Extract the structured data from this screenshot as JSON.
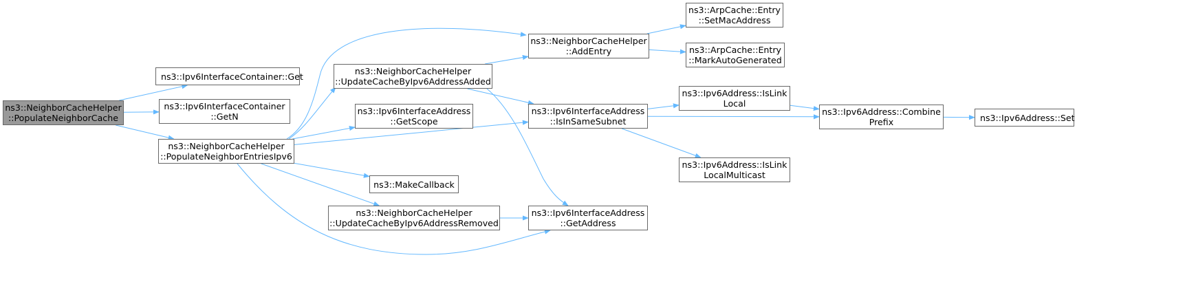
{
  "diagram": {
    "edge_color": "#63b8ff",
    "root_color": "#999999",
    "node_border_color": "#666666",
    "nodes": [
      {
        "id": "root",
        "lines": [
          "ns3::NeighborCacheHelper",
          "::PopulateNeighborCache"
        ],
        "root": true
      },
      {
        "id": "ifc-get",
        "lines": [
          "ns3::Ipv6InterfaceContainer::Get"
        ]
      },
      {
        "id": "ifc-getn",
        "lines": [
          "ns3::Ipv6InterfaceContainer",
          "::GetN"
        ]
      },
      {
        "id": "populate-entries",
        "lines": [
          "ns3::NeighborCacheHelper",
          "::PopulateNeighborEntriesIpv6"
        ]
      },
      {
        "id": "update-added",
        "lines": [
          "ns3::NeighborCacheHelper",
          "::UpdateCacheByIpv6AddressAdded"
        ]
      },
      {
        "id": "get-scope",
        "lines": [
          "ns3::Ipv6InterfaceAddress",
          "::GetScope"
        ]
      },
      {
        "id": "make-callback",
        "lines": [
          "ns3::MakeCallback"
        ]
      },
      {
        "id": "update-removed",
        "lines": [
          "ns3::NeighborCacheHelper",
          "::UpdateCacheByIpv6AddressRemoved"
        ]
      },
      {
        "id": "add-entry",
        "lines": [
          "ns3::NeighborCacheHelper",
          "::AddEntry"
        ]
      },
      {
        "id": "is-same-subnet",
        "lines": [
          "ns3::Ipv6InterfaceAddress",
          "::IsInSameSubnet"
        ]
      },
      {
        "id": "get-address",
        "lines": [
          "ns3::Ipv6InterfaceAddress",
          "::GetAddress"
        ]
      },
      {
        "id": "set-mac",
        "lines": [
          "ns3::ArpCache::Entry",
          "::SetMacAddress"
        ]
      },
      {
        "id": "mark-auto",
        "lines": [
          "ns3::ArpCache::Entry",
          "::MarkAutoGenerated"
        ]
      },
      {
        "id": "is-link-local",
        "lines": [
          "ns3::Ipv6Address::IsLink",
          "Local"
        ]
      },
      {
        "id": "is-link-local-mc",
        "lines": [
          "ns3::Ipv6Address::IsLink",
          "LocalMulticast"
        ]
      },
      {
        "id": "combine-prefix",
        "lines": [
          "ns3::Ipv6Address::Combine",
          "Prefix"
        ]
      },
      {
        "id": "set",
        "lines": [
          "ns3::Ipv6Address::Set"
        ]
      }
    ],
    "edges": [
      [
        "root",
        "ifc-get"
      ],
      [
        "root",
        "ifc-getn"
      ],
      [
        "root",
        "populate-entries"
      ],
      [
        "populate-entries",
        "add-entry"
      ],
      [
        "populate-entries",
        "update-added"
      ],
      [
        "populate-entries",
        "get-scope"
      ],
      [
        "populate-entries",
        "is-same-subnet"
      ],
      [
        "populate-entries",
        "make-callback"
      ],
      [
        "populate-entries",
        "update-removed"
      ],
      [
        "populate-entries",
        "get-address"
      ],
      [
        "update-added",
        "add-entry"
      ],
      [
        "update-added",
        "is-same-subnet"
      ],
      [
        "update-added",
        "get-address"
      ],
      [
        "update-removed",
        "get-address"
      ],
      [
        "add-entry",
        "set-mac"
      ],
      [
        "add-entry",
        "mark-auto"
      ],
      [
        "is-same-subnet",
        "is-link-local"
      ],
      [
        "is-same-subnet",
        "combine-prefix"
      ],
      [
        "is-same-subnet",
        "is-link-local-mc"
      ],
      [
        "is-link-local",
        "combine-prefix"
      ],
      [
        "combine-prefix",
        "set"
      ]
    ]
  }
}
